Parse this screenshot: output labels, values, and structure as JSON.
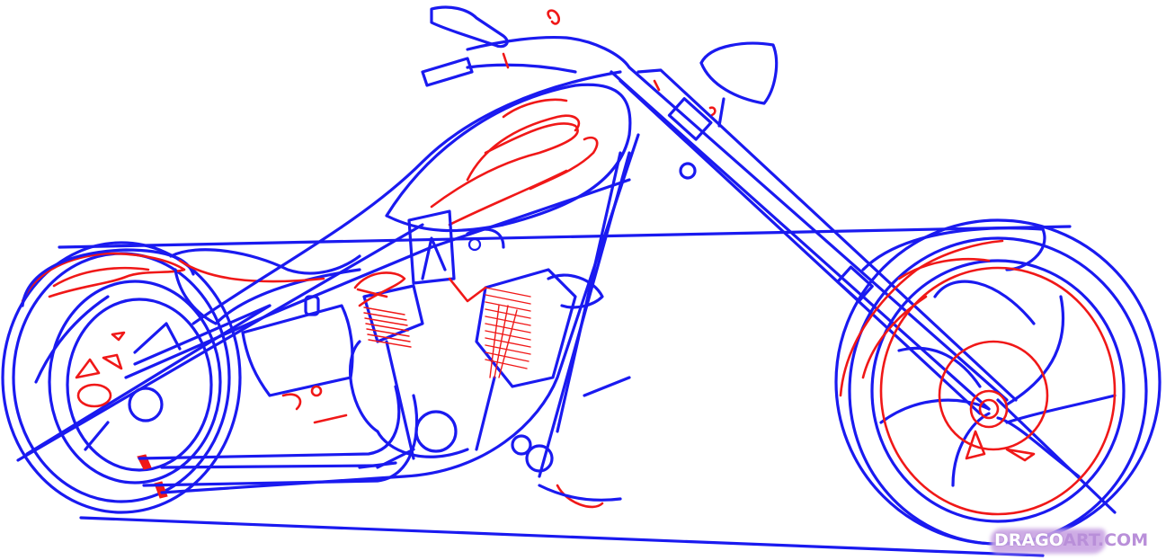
{
  "image": {
    "subject": "Chopper motorcycle line drawing (step-by-step tutorial stage)",
    "colors": {
      "background": "#ffffff",
      "outline": "#1a1af0",
      "new_lines_flames": "#f01818",
      "watermark": "#b98fd9"
    }
  },
  "watermark": {
    "part1": "DRAGO",
    "part2": "ART.COM"
  }
}
